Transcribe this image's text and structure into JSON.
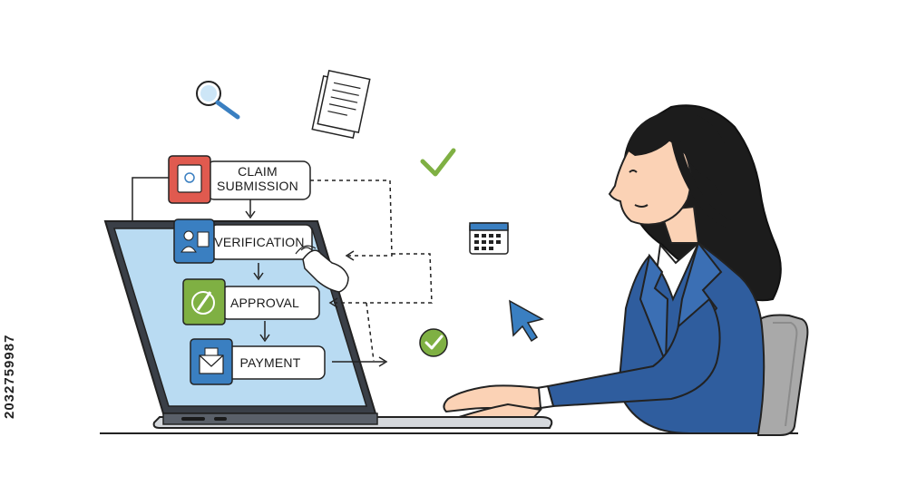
{
  "process": {
    "steps": [
      {
        "id": "claim_submission",
        "label_line1": "CLAIM",
        "label_line2": "SUBMISSION",
        "icon": "form-icon",
        "icon_color": "#e05a4f"
      },
      {
        "id": "verification",
        "label_line1": "VERIFICATION",
        "icon": "person-check-icon",
        "icon_color": "#3a7fc1"
      },
      {
        "id": "approval",
        "label_line1": "APPROVAL",
        "icon": "pen-approve-icon",
        "icon_color": "#7fb043"
      },
      {
        "id": "payment",
        "label_line1": "PAYMENT",
        "icon": "envelope-icon",
        "icon_color": "#3a7fc1"
      }
    ]
  },
  "stock_id": "2032759987",
  "icons": [
    "search-icon",
    "document-icon",
    "checkmark-icon",
    "calendar-icon",
    "cursor-arrow-icon",
    "check-circle-icon",
    "hand-pointer-icon",
    "laptop-icon",
    "woman-icon",
    "chair-icon"
  ],
  "colors": {
    "screen": "#b9dbf2",
    "laptop": "#3a3f47",
    "blazer": "#2f5d9e",
    "hair": "#1c1c1c",
    "skin": "#fbd2b5",
    "chair": "#a9a9a9",
    "check_green": "#7fb043",
    "cursor_blue": "#3a7fc1"
  }
}
